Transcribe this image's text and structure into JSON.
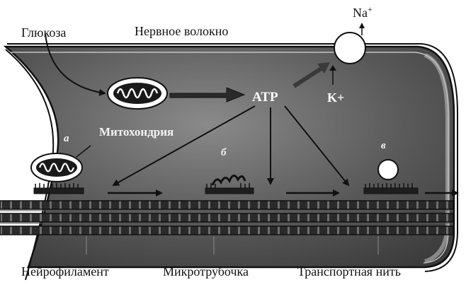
{
  "labels": {
    "glucose": "Глюкоза",
    "fiber": "Нервное волокно",
    "sodium": "Na",
    "sodium_sup": "+",
    "atp": "ATP",
    "potassium": "K+",
    "mitochondria": "Митохондрия",
    "marker_a": "а",
    "marker_b": "б",
    "marker_v": "в",
    "neurofilament": "Нейрофиламент",
    "microtubule": "Микротрубочка",
    "transport": "Транспортная нить"
  },
  "colors": {
    "fiber_fill": "#4a4a4a",
    "fiber_inner": "#7a7a7a",
    "ink": "#111111",
    "label_light": "#f2f2f2",
    "tube": "#2b2b2b",
    "tube_band": "#8c8c8c"
  }
}
